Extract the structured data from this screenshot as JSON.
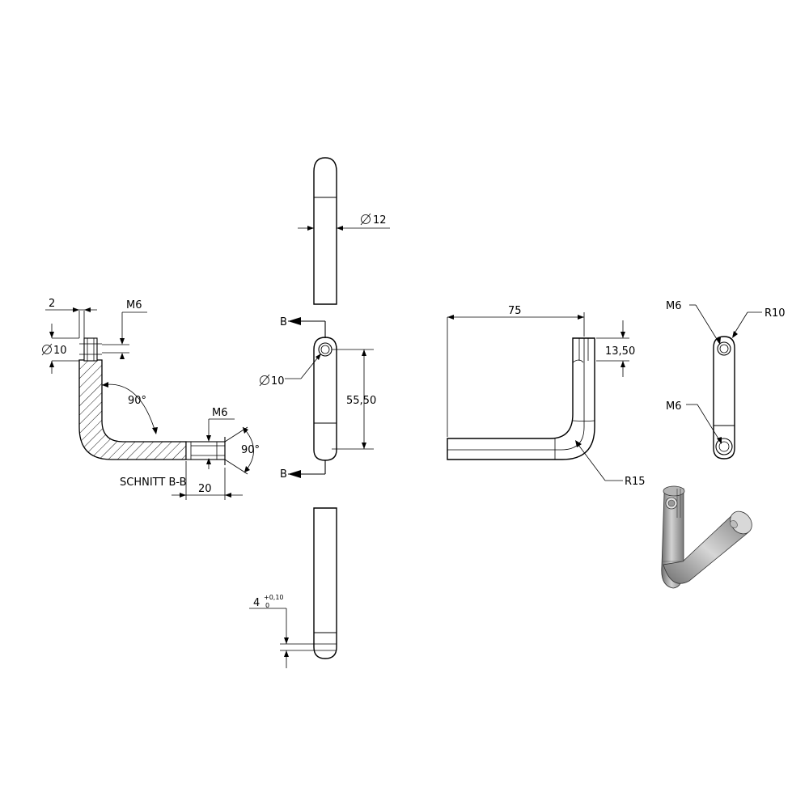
{
  "section_view": {
    "label": "SCHNITT B-B",
    "dims": {
      "slot_width": "2",
      "thread_top": "M6",
      "diameter": "10",
      "angle_bend": "90°",
      "thread_side": "M6",
      "angle_end": "90°",
      "thread_depth": "20"
    }
  },
  "front_top_view": {
    "diameter": "12"
  },
  "front_middle_view": {
    "section_mark_top": "B",
    "section_mark_bottom": "B",
    "hole_diameter": "10",
    "hole_distance": "55,50"
  },
  "front_bottom_view": {
    "slot_width": "4",
    "tol_upper": "+0,10",
    "tol_lower": "0"
  },
  "side_view": {
    "length": "75",
    "slot_depth": "13,50",
    "bend_radius": "R15"
  },
  "end_view": {
    "thread_upper": "M6",
    "radius": "R10",
    "thread_lower": "M6"
  },
  "iso_view": {
    "colors": {
      "metal_light": "#c8c8c8",
      "metal_dark": "#7a7a7a"
    }
  }
}
